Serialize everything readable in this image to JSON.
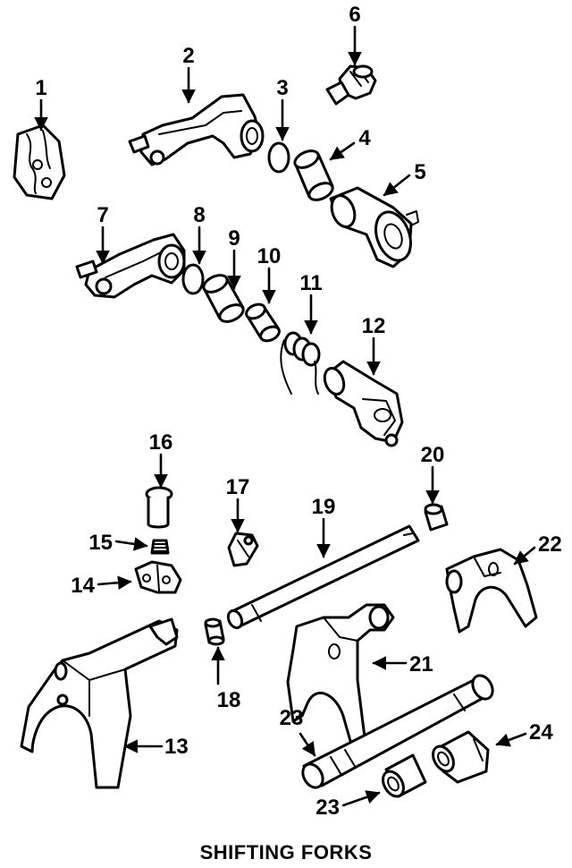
{
  "diagram": {
    "title": "SHIFTING FORKS",
    "callouts": [
      {
        "id": "1",
        "label": "1"
      },
      {
        "id": "2",
        "label": "2"
      },
      {
        "id": "3",
        "label": "3"
      },
      {
        "id": "4",
        "label": "4"
      },
      {
        "id": "5",
        "label": "5"
      },
      {
        "id": "6",
        "label": "6"
      },
      {
        "id": "7",
        "label": "7"
      },
      {
        "id": "8",
        "label": "8"
      },
      {
        "id": "9",
        "label": "9"
      },
      {
        "id": "10",
        "label": "10"
      },
      {
        "id": "11",
        "label": "11"
      },
      {
        "id": "12",
        "label": "12"
      },
      {
        "id": "13",
        "label": "13"
      },
      {
        "id": "14",
        "label": "14"
      },
      {
        "id": "15",
        "label": "15"
      },
      {
        "id": "16",
        "label": "16"
      },
      {
        "id": "17",
        "label": "17"
      },
      {
        "id": "18",
        "label": "18"
      },
      {
        "id": "19",
        "label": "19"
      },
      {
        "id": "20",
        "label": "20"
      },
      {
        "id": "21",
        "label": "21"
      },
      {
        "id": "22",
        "label": "22"
      },
      {
        "id": "23a",
        "label": "23"
      },
      {
        "id": "23b",
        "label": "23"
      },
      {
        "id": "24",
        "label": "24"
      }
    ]
  }
}
